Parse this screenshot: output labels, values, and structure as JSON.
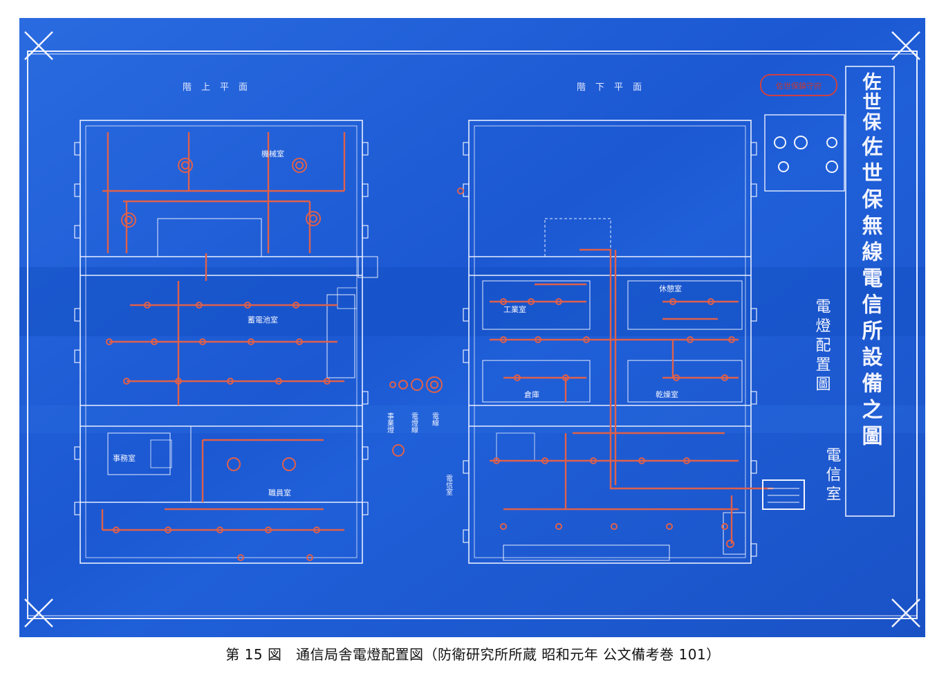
{
  "caption": "第 15 図　通信局舎電燈配置図（防衛研究所所蔵 昭和元年 公文備考巻 101）",
  "blueprint": {
    "title_lines": [
      "佐世保",
      "佐世保無線電信所設備之圖"
    ],
    "subtitle": "電燈配置圖",
    "right_label": "電信室",
    "plan_left_title": "階上平面",
    "plan_right_title": "階下平面",
    "stamp_text": "佐世保鎮守府",
    "legend": [
      "事業燈",
      "電燈線",
      "電線",
      "電信室"
    ],
    "room_labels": [
      "機械室",
      "蓄電池室",
      "事務室",
      "職員室",
      "工業室",
      "倉庫",
      "乾燥室",
      "休憩室"
    ],
    "colors": {
      "paper": "#1c5fd8",
      "paper_dark": "#1247b0",
      "line": "#e8eeff",
      "wiring": "#e0604a"
    }
  }
}
